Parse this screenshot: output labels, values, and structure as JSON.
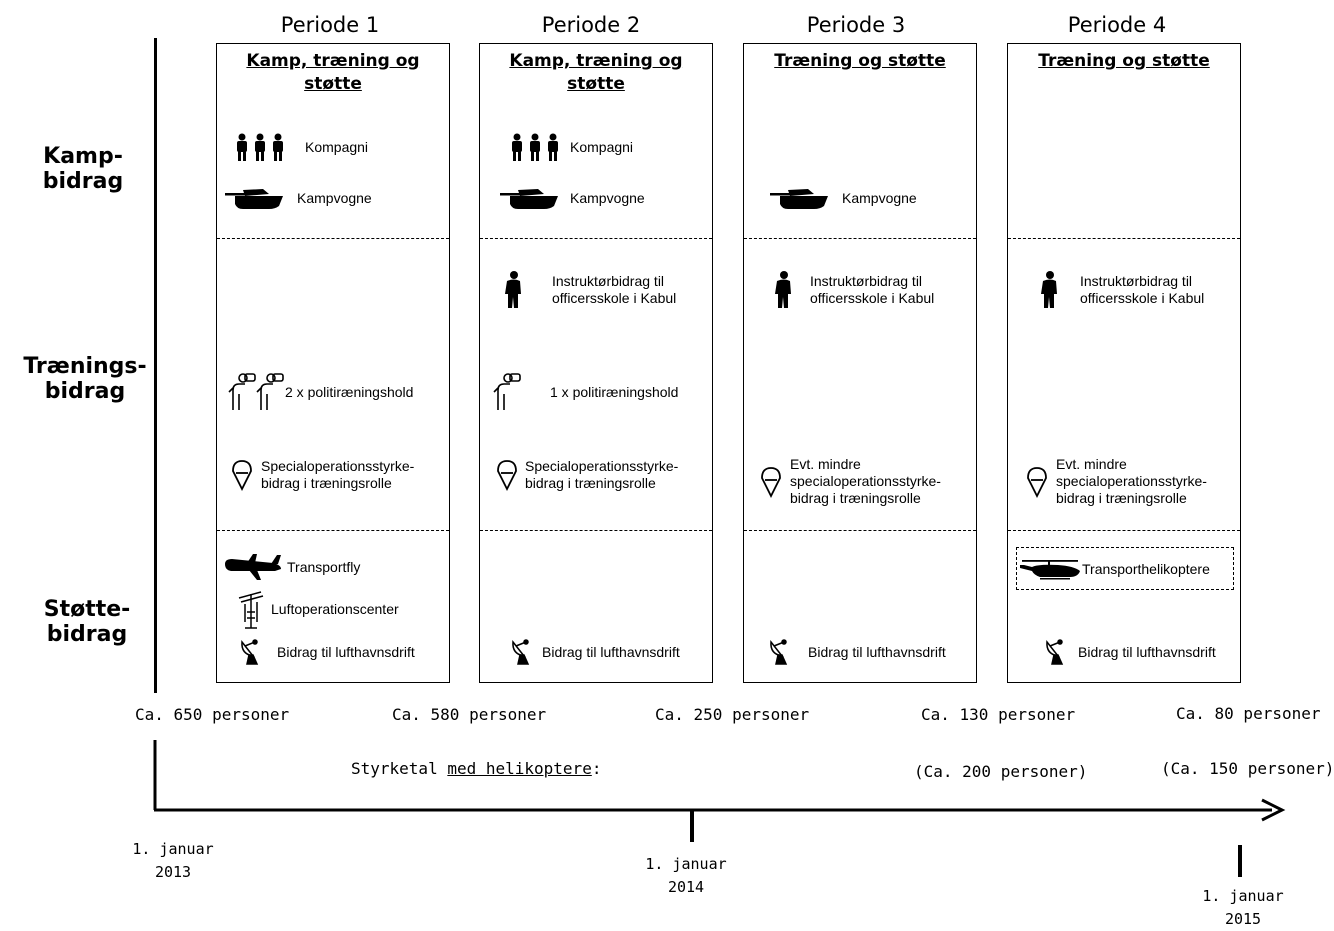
{
  "periods": [
    {
      "header": "Periode 1",
      "title": "Kamp, træning og\nstøtte",
      "kamp": [
        {
          "icon": "soldiers-icon",
          "label": "Kompagni"
        },
        {
          "icon": "tank-icon",
          "label": "Kampvogne"
        }
      ],
      "traening": [
        {
          "icon": "police-icon",
          "label": "2 x politiræningshold"
        },
        {
          "icon": "sof-icon",
          "label": "Specialoperationsstyrke-\nbidrag i træningsrolle"
        }
      ],
      "stoette": [
        {
          "icon": "transport-plane-icon",
          "label": "Transportfly"
        },
        {
          "icon": "radar-tower-icon",
          "label": "Luftoperationscenter"
        },
        {
          "icon": "satellite-dish-icon",
          "label": "Bidrag til lufthavnsdrift"
        }
      ]
    },
    {
      "header": "Periode 2",
      "title": "Kamp, træning og\nstøtte",
      "kamp": [
        {
          "icon": "soldiers-icon",
          "label": "Kompagni"
        },
        {
          "icon": "tank-icon",
          "label": "Kampvogne"
        }
      ],
      "traening": [
        {
          "icon": "instructor-icon",
          "label": "Instruktørbidrag til\nofficersskole i Kabul"
        },
        {
          "icon": "police-icon",
          "label": "1 x politiræningshold"
        },
        {
          "icon": "sof-icon",
          "label": "Specialoperationsstyrke-\nbidrag i træningsrolle"
        }
      ],
      "stoette": [
        {
          "icon": "satellite-dish-icon",
          "label": "Bidrag til lufthavnsdrift"
        }
      ]
    },
    {
      "header": "Periode 3",
      "title": "Træning og støtte",
      "kamp": [
        {
          "icon": "tank-icon",
          "label": "Kampvogne"
        }
      ],
      "traening": [
        {
          "icon": "instructor-icon",
          "label": "Instruktørbidrag til\nofficersskole i Kabul"
        },
        {
          "icon": "sof-icon",
          "label": "Evt. mindre\nspecialoperationsstyrke-\nbidrag i træningsrolle"
        }
      ],
      "stoette": [
        {
          "icon": "satellite-dish-icon",
          "label": "Bidrag til lufthavnsdrift"
        }
      ]
    },
    {
      "header": "Periode 4",
      "title": "Træning og støtte",
      "kamp": [],
      "traening": [
        {
          "icon": "instructor-icon",
          "label": "Instruktørbidrag til\nofficersskole i Kabul"
        },
        {
          "icon": "sof-icon",
          "label": "Evt. mindre\nspecialoperationsstyrke-\nbidrag i træningsrolle"
        }
      ],
      "stoette": [
        {
          "icon": "helicopter-icon",
          "label": "Transporthelikoptere"
        },
        {
          "icon": "satellite-dish-icon",
          "label": "Bidrag til lufthavnsdrift"
        }
      ]
    }
  ],
  "row_labels": {
    "kamp": "Kamp-\nbidrag",
    "traening": "Trænings-\nbidrag",
    "stoette": "Støtte-\nbidrag"
  },
  "personnel": [
    "Ca. 650 personer",
    "Ca. 580 personer",
    "Ca. 250 personer",
    "Ca. 130 personer",
    "Ca. 80 personer"
  ],
  "helicopter_note": {
    "prefix": "Styrketal ",
    "underlined": "med helikoptere",
    "suffix": ":",
    "values": [
      "(Ca. 200 personer)",
      "(Ca. 150 personer)"
    ]
  },
  "dates": [
    "1. januar\n2013",
    "1. januar\n2014",
    "1. januar\n2015"
  ]
}
